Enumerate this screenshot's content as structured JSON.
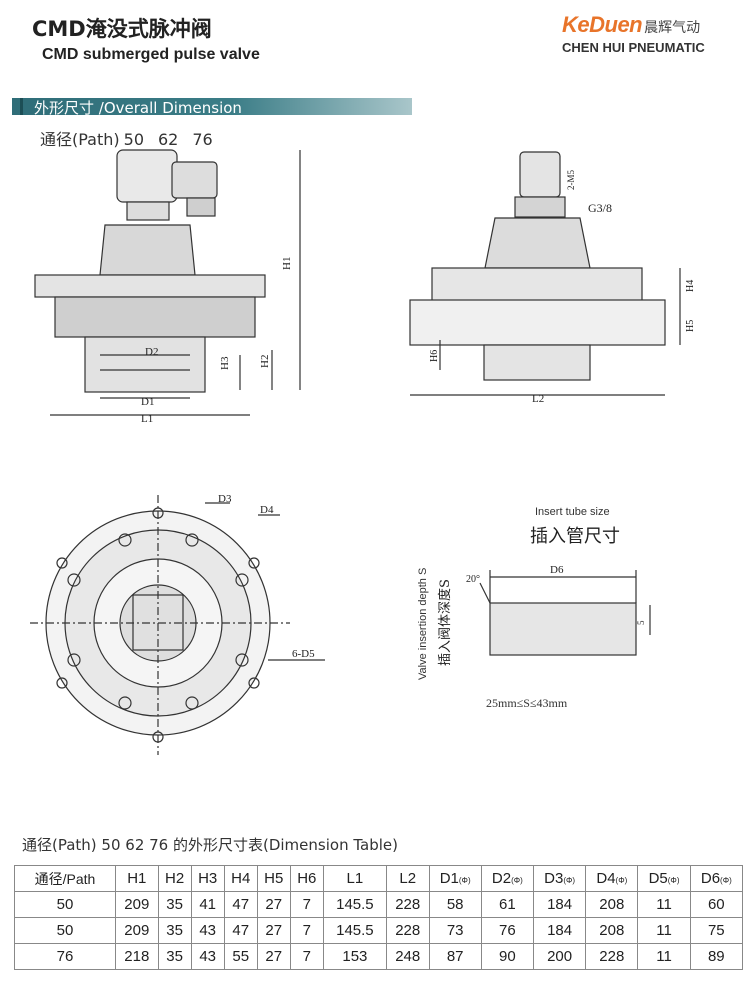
{
  "header": {
    "title_cn": "CMD淹没式脉冲阀",
    "title_en": "CMD submerged pulse valve",
    "brand_logo": "KeDuen",
    "brand_cn": "晨辉气动",
    "brand_en": "CHEN HUI PNEUMATIC",
    "brand_color": "#e8742a"
  },
  "section": {
    "title": "外形尺寸 /Overall Dimension",
    "accent": "#2f6d78"
  },
  "path_label": {
    "prefix": "通径(Path)",
    "sizes": [
      "50",
      "62",
      "76"
    ]
  },
  "drawing_labels": {
    "d1": "D1",
    "d2": "D2",
    "d3": "D3",
    "d4": "D4",
    "d5": "6-D5",
    "d6": "D6",
    "l1": "L1",
    "l2": "L2",
    "h1": "H1",
    "h2": "H2",
    "h3": "H3",
    "h4": "H4",
    "h5": "H5",
    "h6": "H6",
    "thread": "G3/8",
    "screw": "2-M5",
    "angle": "20°",
    "five": "5"
  },
  "insert": {
    "title_en": "Insert tube size",
    "title_cn": "插入管尺寸",
    "depth_en": "Valve insertion depth S",
    "depth_cn": "插入阀体深度S",
    "range": "25mm≤S≤43mm"
  },
  "table": {
    "title": "通径(Path) 50   62   76  的外形尺寸表(Dimension Table)",
    "phi": "(Φ)",
    "headers": [
      "通径/Path",
      "H1",
      "H2",
      "H3",
      "H4",
      "H5",
      "H6",
      "L1",
      "L2",
      "D1",
      "D2",
      "D3",
      "D4",
      "D5",
      "D6"
    ],
    "rows": [
      [
        "50",
        "209",
        "35",
        "41",
        "47",
        "27",
        "7",
        "145.5",
        "228",
        "58",
        "61",
        "184",
        "208",
        "11",
        "60"
      ],
      [
        "50",
        "209",
        "35",
        "43",
        "47",
        "27",
        "7",
        "145.5",
        "228",
        "73",
        "76",
        "184",
        "208",
        "11",
        "75"
      ],
      [
        "76",
        "218",
        "35",
        "43",
        "55",
        "27",
        "7",
        "153",
        "248",
        "87",
        "90",
        "200",
        "228",
        "11",
        "89"
      ]
    ]
  }
}
